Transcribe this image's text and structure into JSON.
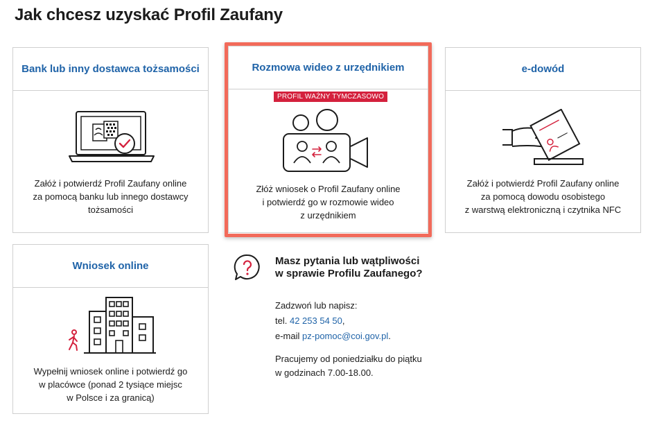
{
  "page": {
    "title": "Jak chcesz uzyskać Profil Zaufany"
  },
  "cards": {
    "bank": {
      "title": "Bank lub inny dostawca tożsamości",
      "description": [
        "Załóż i potwierdź Profil Zaufany online",
        "za pomocą banku lub innego dostawcy",
        "tożsamości"
      ],
      "icon": "laptop-bank-icon"
    },
    "video": {
      "title": "Rozmowa wideo z urzędnikiem",
      "badge": "PROFIL WAŻNY TYMCZASOWO",
      "description": [
        "Złóż wniosek o Profil Zaufany online",
        "i potwierdź go w rozmowie wideo",
        "z urzędnikiem"
      ],
      "icon": "video-camera-people-icon"
    },
    "edowod": {
      "title": "e-dowód",
      "description": [
        "Załóż i potwierdź Profil Zaufany online",
        "za pomocą dowodu osobistego",
        "z warstwą elektroniczną i czytnika NFC"
      ],
      "icon": "hand-id-card-icon"
    },
    "online": {
      "title": "Wniosek online",
      "description": [
        "Wypełnij wniosek online i potwierdź go",
        "w placówce (ponad 2 tysiące miejsc",
        "w Polsce i za granicą)"
      ],
      "icon": "office-building-icon"
    }
  },
  "help": {
    "title": [
      "Masz pytania lub wątpliwości",
      "w sprawie Profilu Zaufanego?"
    ],
    "contact_intro": "Zadzwoń lub napisz:",
    "phone_label": "tel.",
    "phone": "42 253 54 50",
    "phone_suffix": ",",
    "email_label": "e-mail",
    "email": "pz-pomoc@coi.gov.pl",
    "email_suffix": ".",
    "hours": [
      "Pracujemy od poniedziałku do piątku",
      "w godzinach 7.00-18.00."
    ]
  },
  "colors": {
    "accent": "#1f63a8",
    "badge": "#d4213d",
    "highlight": "#f26a5a",
    "icon_red": "#d4213d"
  }
}
